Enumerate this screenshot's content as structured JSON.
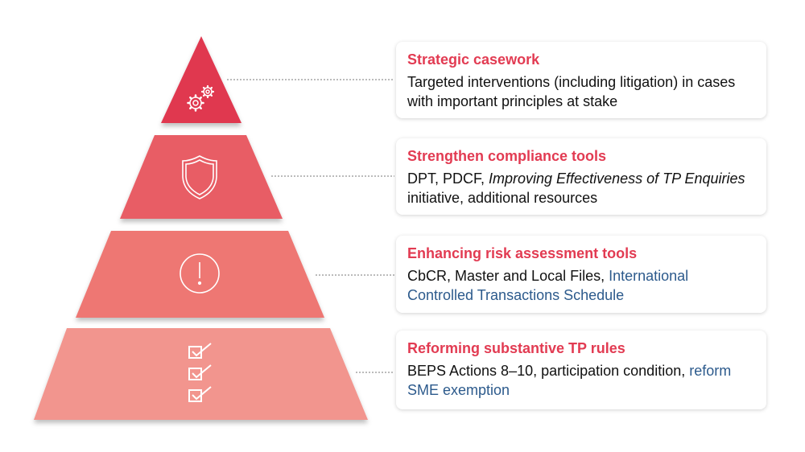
{
  "colors": {
    "tier1": "#e0374f",
    "tier2": "#e85d65",
    "tier3": "#ee7773",
    "tier4": "#f2958e",
    "heading": "#e23b52",
    "link": "#2c5a8c"
  },
  "tiers": [
    {
      "icon": "gears-icon",
      "title": "Strategic casework",
      "body": [
        {
          "text": "Targeted interventions (including litigation) in cases with important principles at stake",
          "style": "plain"
        }
      ]
    },
    {
      "icon": "shield-icon",
      "title": "Strengthen compliance tools",
      "body": [
        {
          "text": "DPT, PDCF, ",
          "style": "plain"
        },
        {
          "text": "Improving Effectiveness of TP Enquiries",
          "style": "italic"
        },
        {
          "text": " initiative, additional resources",
          "style": "plain"
        }
      ]
    },
    {
      "icon": "alert-circle-icon",
      "title": "Enhancing risk assessment tools",
      "body": [
        {
          "text": "CbCR, Master and Local Files, ",
          "style": "plain"
        },
        {
          "text": "International Controlled Transactions Schedule",
          "style": "link"
        }
      ]
    },
    {
      "icon": "checklist-icon",
      "title": "Reforming substantive TP rules",
      "body": [
        {
          "text": "BEPS Actions 8–10, participation condition, ",
          "style": "plain"
        },
        {
          "text": "reform SME exemption",
          "style": "link"
        }
      ]
    }
  ]
}
